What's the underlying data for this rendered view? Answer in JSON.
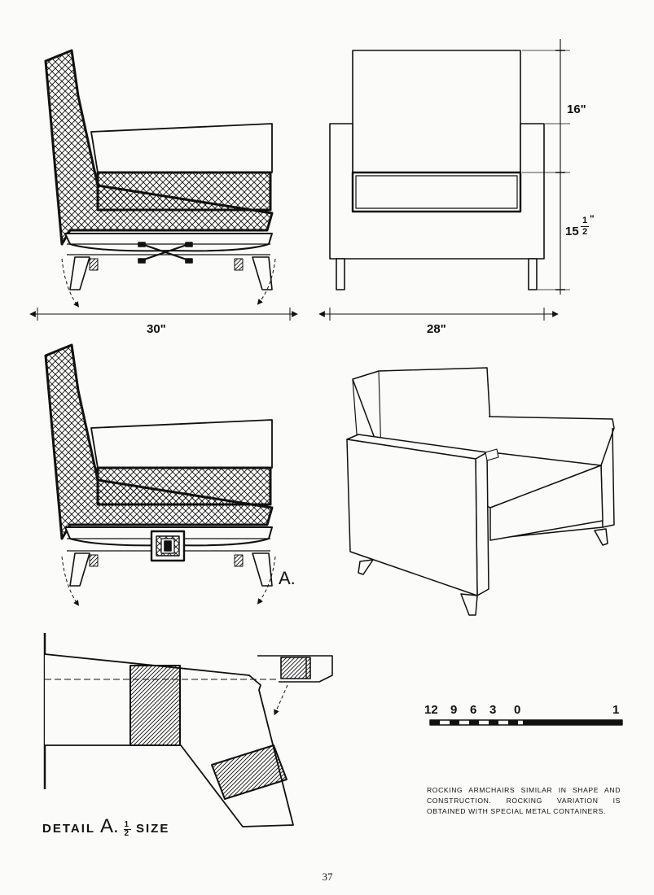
{
  "dimensions": {
    "side_width": "30\"",
    "front_width": "28\"",
    "back_height": "16\"",
    "seat_height_whole": "15",
    "seat_height_frac_num": "1",
    "seat_height_frac_den": "2",
    "seat_height_inch": "\""
  },
  "callout_label": "A.",
  "detail": {
    "title_prefix": "DETAIL",
    "title_letter": "A.",
    "scale_num": "1",
    "scale_den": "2",
    "title_suffix": "SIZE"
  },
  "scale_bar": {
    "labels": [
      "12",
      "9",
      "6",
      "3",
      "0",
      "1"
    ]
  },
  "caption": "ROCKING ARMCHAIRS SIMILAR IN SHAPE AND CONSTRUCTION. ROCKING VARIATION IS OBTAINED WITH SPECIAL METAL CONTAINERS.",
  "page_number": "37",
  "colors": {
    "ink": "#111111",
    "paper": "#fbfbfa"
  }
}
